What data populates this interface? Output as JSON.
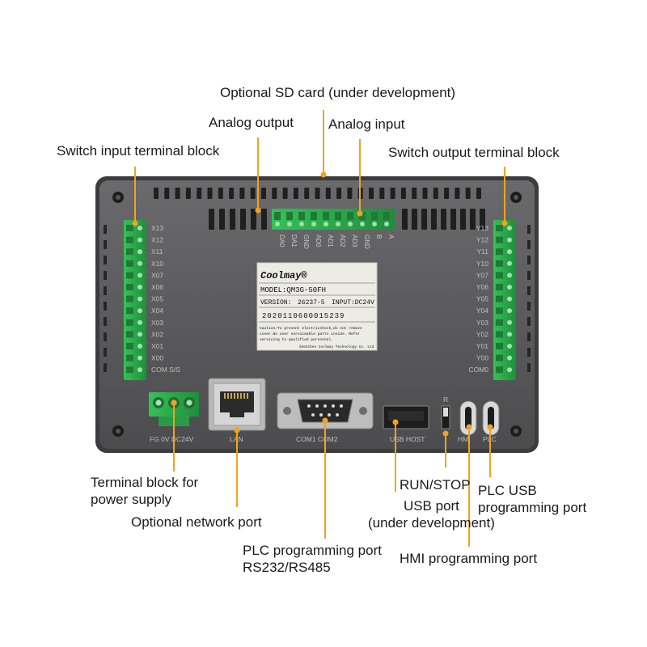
{
  "callouts": {
    "sd_card": "Optional SD card (under development)",
    "analog_output": "Analog output",
    "analog_input": "Analog input",
    "switch_input": "Switch input terminal block",
    "switch_output": "Switch output terminal block",
    "power_terminal": [
      "Terminal block for",
      "power supply"
    ],
    "network_port": "Optional network port",
    "plc_port": [
      "PLC programming port",
      "RS232/RS485"
    ],
    "run_stop": "RUN/STOP",
    "usb_port": [
      "USB port",
      "(under development)"
    ],
    "hmi_port": "HMI programming port",
    "plc_usb": [
      "PLC  USB",
      "programming port"
    ]
  },
  "device": {
    "input_labels": [
      "X13",
      "X12",
      "X11",
      "X10",
      "X07",
      "X06",
      "X05",
      "X04",
      "X03",
      "X02",
      "X01",
      "X00",
      "COM S/S"
    ],
    "output_labels": [
      "Y13",
      "Y12",
      "Y11",
      "Y10",
      "Y07",
      "Y06",
      "Y05",
      "Y04",
      "Y03",
      "Y02",
      "Y01",
      "Y00",
      "COM0"
    ],
    "analog_labels": [
      "DA0",
      "DA1",
      "GND",
      "AD0",
      "AD1",
      "AD2",
      "AD3",
      "GND",
      "B",
      "A"
    ],
    "power_labels": "FG  0V  DC24V",
    "lan_label": "LAN",
    "com_label": "COM1  COM2",
    "usb_host_label": "USB HOST",
    "r_label": "R",
    "hmi_label": "HMI",
    "plc_label": "PLC"
  },
  "nameplate": {
    "brand": "Coolmay®",
    "model": "MODEL:QM3G-50FH",
    "version_label": "VERSION:",
    "version": "26237-5",
    "input": "INPUT:DC24V",
    "serial": "2020110600015239",
    "caution": [
      "Caution:To prevent electricshock,do not remove",
      "cover.No user serviceable parts inside.  Refer",
      "servicing to qualified personnel."
    ],
    "maker": "Shenzhen Coolmay Technology Co. Ltd"
  },
  "colors": {
    "accent": "#f3a21d",
    "case": "#5a5a5c",
    "terminal": "#2fae4b"
  }
}
